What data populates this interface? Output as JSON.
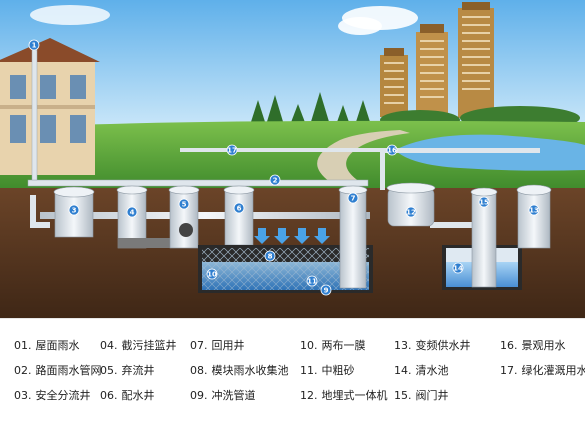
{
  "legend": [
    {
      "num": "01.",
      "label": "屋面雨水"
    },
    {
      "num": "02.",
      "label": "路面雨水管网"
    },
    {
      "num": "03.",
      "label": "安全分流井"
    },
    {
      "num": "04.",
      "label": "截污挂篮井"
    },
    {
      "num": "05.",
      "label": "弃流井"
    },
    {
      "num": "06.",
      "label": "配水井"
    },
    {
      "num": "07.",
      "label": "回用井"
    },
    {
      "num": "08.",
      "label": "模块雨水收集池"
    },
    {
      "num": "09.",
      "label": "冲洗管道"
    },
    {
      "num": "10.",
      "label": "两布一膜"
    },
    {
      "num": "11.",
      "label": "中粗砂"
    },
    {
      "num": "12.",
      "label": "地埋式一体机"
    },
    {
      "num": "13.",
      "label": "变频供水井"
    },
    {
      "num": "14.",
      "label": "清水池"
    },
    {
      "num": "15.",
      "label": "阀门井"
    },
    {
      "num": "16.",
      "label": "景观用水"
    },
    {
      "num": "17.",
      "label": "绿化灌溉用水"
    }
  ],
  "callouts": [
    "1",
    "2",
    "3",
    "4",
    "5",
    "6",
    "7",
    "8",
    "9",
    "10",
    "11",
    "12",
    "13",
    "14",
    "15",
    "16",
    "17"
  ],
  "colors": {
    "sky": "#7fc3ef",
    "grass": "#5aa63a",
    "soil": "#5b3b22",
    "pipe": "#e8edf2",
    "water": "#3f8fd8",
    "callout": "#2f7fd0"
  }
}
